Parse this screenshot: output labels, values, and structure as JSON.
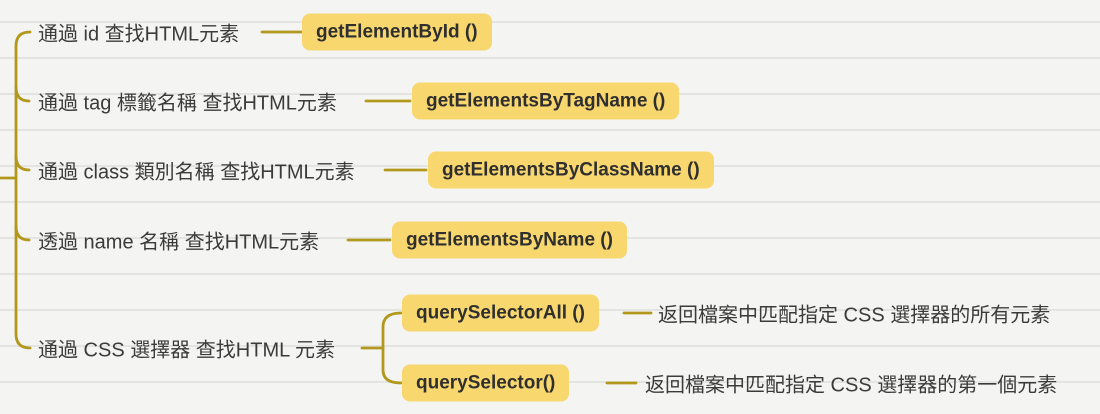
{
  "colors": {
    "highlight": "#f8d76e",
    "connector": "#b3981e",
    "text": "#3b3b3b",
    "background": "#f4f4f2"
  },
  "mindmap": {
    "branches": [
      {
        "label": "通過 id 查找HTML元素",
        "method": "getElementById ()"
      },
      {
        "label": "通過 tag 標籤名稱 查找HTML元素",
        "method": "getElementsByTagName ()"
      },
      {
        "label": "通過 class 類別名稱 查找HTML元素",
        "method": "getElementsByClassName ()"
      },
      {
        "label": "透過 name 名稱 查找HTML元素",
        "method": "getElementsByName ()"
      },
      {
        "label": "通過 CSS 選擇器 查找HTML 元素",
        "children": [
          {
            "method": "querySelectorAll ()",
            "description": "返回檔案中匹配指定 CSS 選擇器的所有元素"
          },
          {
            "method": "querySelector()",
            "description": "返回檔案中匹配指定 CSS 選擇器的第一個元素"
          }
        ]
      }
    ]
  }
}
